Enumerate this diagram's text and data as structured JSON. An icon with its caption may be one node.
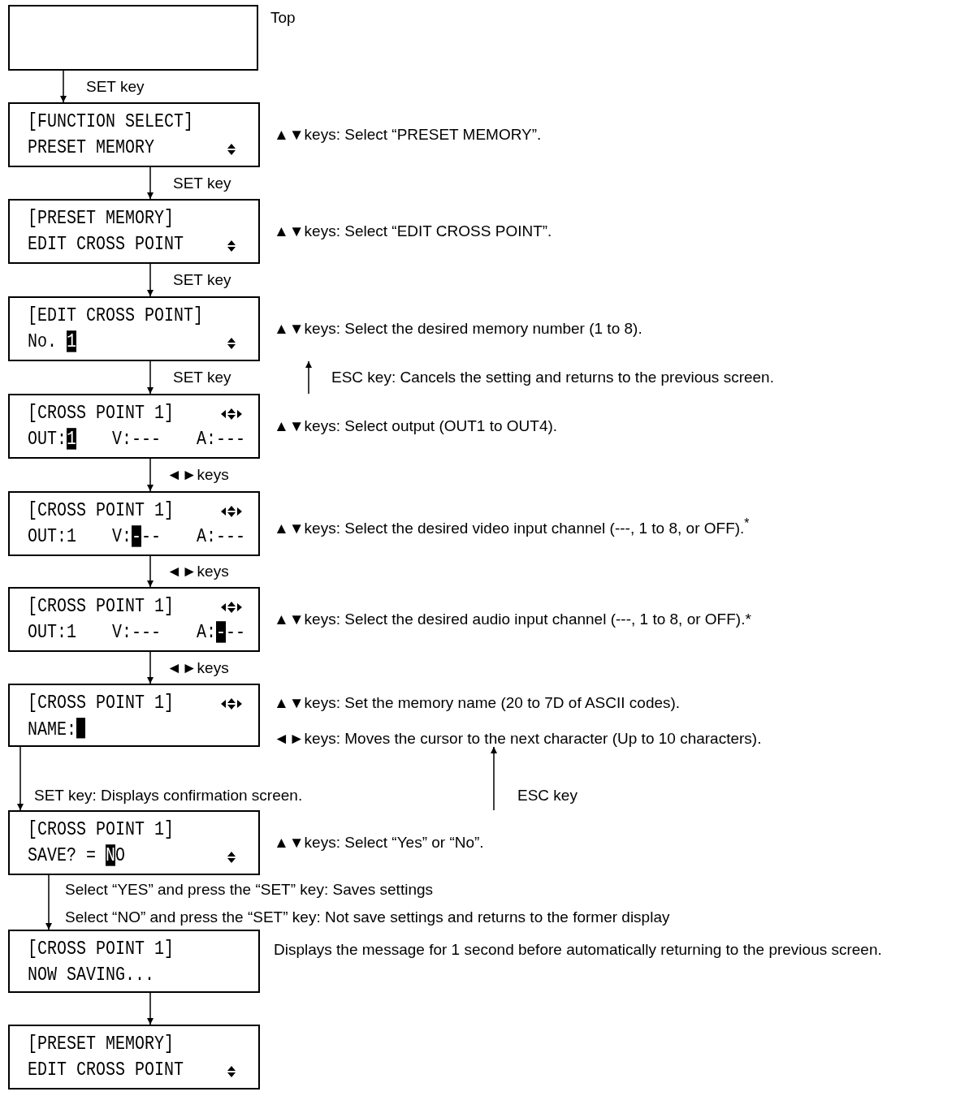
{
  "diagram": {
    "nodes": [
      {
        "text": [],
        "shape": "box",
        "beside": [
          "Top"
        ]
      },
      {
        "text": [
          "[FUNCTION SELECT]",
          "PRESET MEMORY"
        ],
        "beside": [
          "▲▼keys: Select “PRESET MEMORY”."
        ]
      },
      {
        "text": [
          "[PRESET MEMORY]",
          "EDIT CROSS POINT"
        ],
        "beside": [
          "▲▼keys: Select “EDIT CROSS POINT”."
        ]
      },
      {
        "text": [
          "[EDIT CROSS POINT]",
          "No. 1"
        ],
        "beside": [
          "▲▼keys: Select the desired memory number (1 to 8)."
        ]
      },
      {
        "text": [
          "[CROSS POINT 1]",
          "OUT:1 V:--- A:---"
        ],
        "beside": [
          "▲▼keys: Select output (OUT1 to OUT4)."
        ]
      },
      {
        "text": [
          "[CROSS POINT 1]",
          "OUT:1 V:--- A:---"
        ],
        "beside": [
          "▲▼keys: Select the desired video input channel (---, 1 to 8, or OFF).$^{*}$"
        ]
      },
      {
        "text": [
          "[CROSS POINT 1]",
          "OUT:1 V:--- A:---"
        ],
        "beside": [
          "▲▼keys: Select the desired audio input channel (---, 1 to 8, or OFF).*"
        ]
      },
      {
        "text": [
          "[CROSS POINT 1]",
          "NAME:"
        ],
        "beside": [
          "▲▼keys: Set the memory name (20 to 7D of ASCII codes).",
          "◄►keys: Moves the cursor to the next character (Up to 10 characters)."
        ]
      },
      {
        "text": [
          "[CROSS POINT 1]",
          "SAVE? = NO"
        ],
        "beside": [
          "▲▼keys: Select “Yes” or “No”."
        ]
      },
      {
        "text": [
          "[CROSS POINT 1]",
          "NOW SAVING..."
        ],
        "beside": [
          "Displays the message for 1 second before automatically returning to the previous screen."
        ]
      },
      {
        "text": [
          "[PRESET MEMORY]",
          "EDIT CROSS POINT"
        ]
      }
    ],
    "edges": [
      {
        "from": 0,
        "to": 1,
        "arrow": "to",
        "label": "SET key"
      },
      {
        "from": 1,
        "to": 2,
        "arrow": "to",
        "label": "SET key"
      },
      {
        "from": 2,
        "to": 3,
        "arrow": "to",
        "label": "SET key"
      },
      {
        "from": 3,
        "to": 4,
        "arrow": "to",
        "label": "SET key"
      },
      {
        "from": 4,
        "to": 3,
        "arrow": "to",
        "label": "ESC key: Cancels the setting and returns to the previous screen."
      },
      {
        "from": 4,
        "to": 5,
        "arrow": "to",
        "label": "◄►keys"
      },
      {
        "from": 5,
        "to": 6,
        "arrow": "to",
        "label": "◄►keys"
      },
      {
        "from": 6,
        "to": 7,
        "arrow": "to",
        "label": "◄►keys"
      },
      {
        "from": 7,
        "to": 8,
        "arrow": "to",
        "label": "SET key: Displays confirmation screen."
      },
      {
        "from": 8,
        "to": 7,
        "arrow": "to",
        "label": "ESC key"
      },
      {
        "from": 8,
        "to": 9,
        "arrow": "to",
        "label": "Select “YES” and press the “SET” key: Saves settings"
      },
      {
        "from": 9,
        "to": 10,
        "arrow": "to"
      }
    ],
    "labels": [
      "Select “NO” and press the “SET” key: Not save settings and returns to the former display"
    ]
  }
}
